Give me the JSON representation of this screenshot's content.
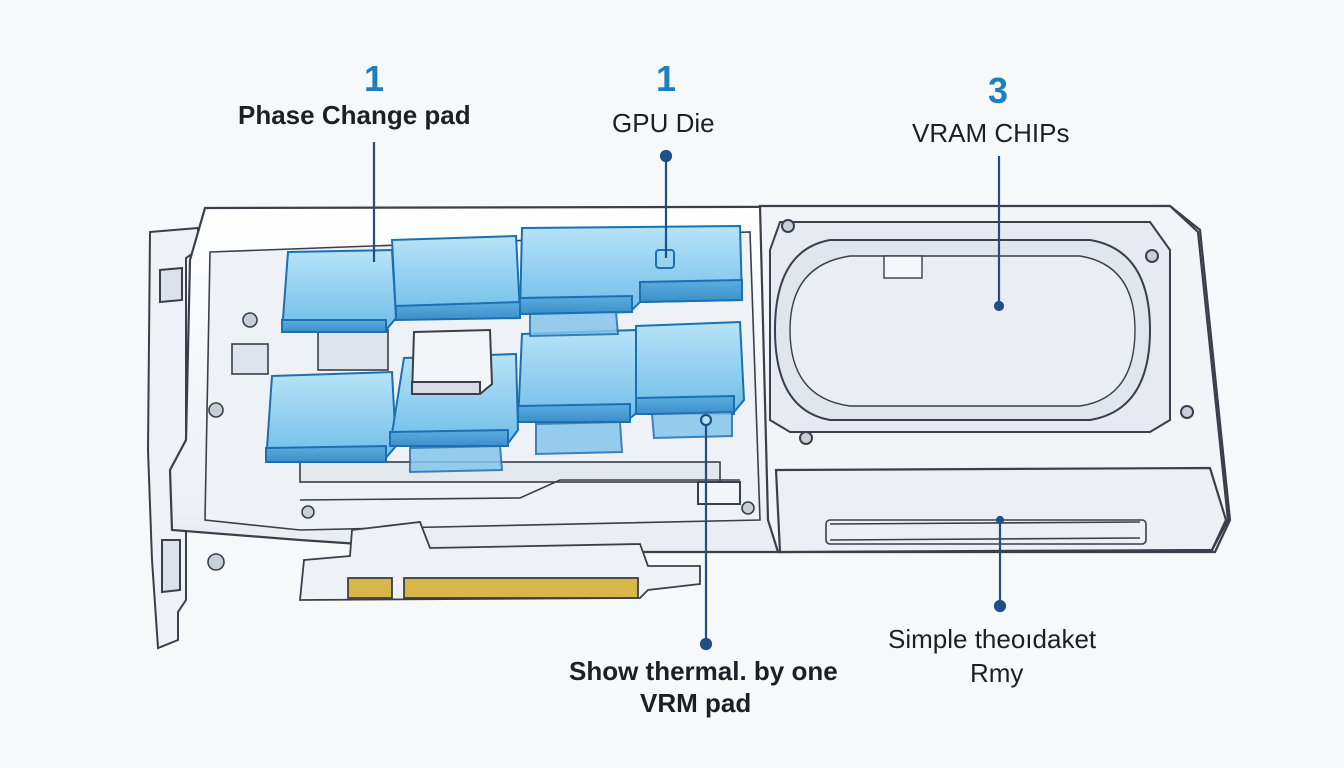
{
  "callouts": [
    {
      "number": "1",
      "label": "Phase Change pad"
    },
    {
      "number": "1",
      "label": "GPU Die"
    },
    {
      "number": "3",
      "label": "VRAM CHIPs"
    },
    {
      "label_line1": "Show thermal. by one",
      "label_line2": "VRM pad"
    },
    {
      "label_line1": "Simple theoıdaket",
      "label_line2": "Rmy"
    }
  ],
  "colors": {
    "accent": "#1b7fc0",
    "leader": "#1f4f86",
    "pad_fill": "#8fd0f2",
    "pad_stroke": "#1c6fb0",
    "card_stroke": "#3a3f49",
    "connector_gold": "#d8b64a"
  }
}
